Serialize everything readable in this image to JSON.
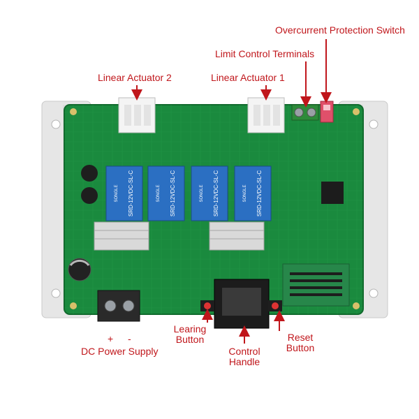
{
  "callouts": {
    "overcurrent_switch": "Overcurrent Protection Switch",
    "limit_terminals": "Limit Control Terminals",
    "actuator_2": "Linear Actuator 2",
    "actuator_1": "Linear Actuator 1",
    "learning_button": [
      "Learing",
      "Button"
    ],
    "control_handle": [
      "Control",
      "Handle"
    ],
    "reset_button": [
      "Reset",
      "Button"
    ],
    "dc_power_supply": "DC Power Supply",
    "polarity_plus": "+",
    "polarity_minus": "-"
  },
  "relays": [
    {
      "model": "SRD-12VDC-SL-C",
      "brand": "SONGLE"
    },
    {
      "model": "SRD-12VDC-SL-C",
      "brand": "SONGLE"
    },
    {
      "model": "SRD-12VDC-SL-C",
      "brand": "SONGLE"
    },
    {
      "model": "SRD-12VDC-SL-C",
      "brand": "SONGLE"
    }
  ],
  "colors": {
    "annotation": "#c0161b",
    "pcb": "#1a8a3e",
    "relay": "#2b6fc2",
    "enclosure": "#e6e6e6"
  }
}
